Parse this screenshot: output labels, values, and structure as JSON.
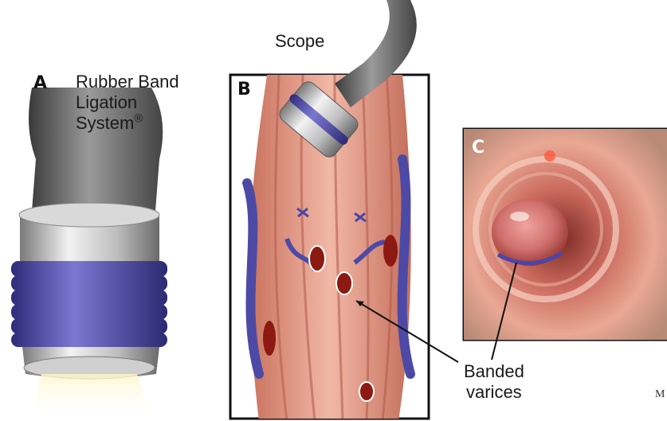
{
  "panels": {
    "a": {
      "letter": "A",
      "title_line1": "Rubber Band",
      "title_line2": "Ligation",
      "title_line3": "System",
      "mark": "®"
    },
    "b": {
      "letter": "B",
      "scope_label": "Scope"
    },
    "c": {
      "letter": "C",
      "callout_line1": "Banded",
      "callout_line2": "varices"
    }
  },
  "corner_logo": "M",
  "colors": {
    "band_purple": "#4a46a8",
    "varix_red": "#8c1a12",
    "tissue_pink": "#e6a493",
    "scope_gray": "#6b6b6b"
  }
}
